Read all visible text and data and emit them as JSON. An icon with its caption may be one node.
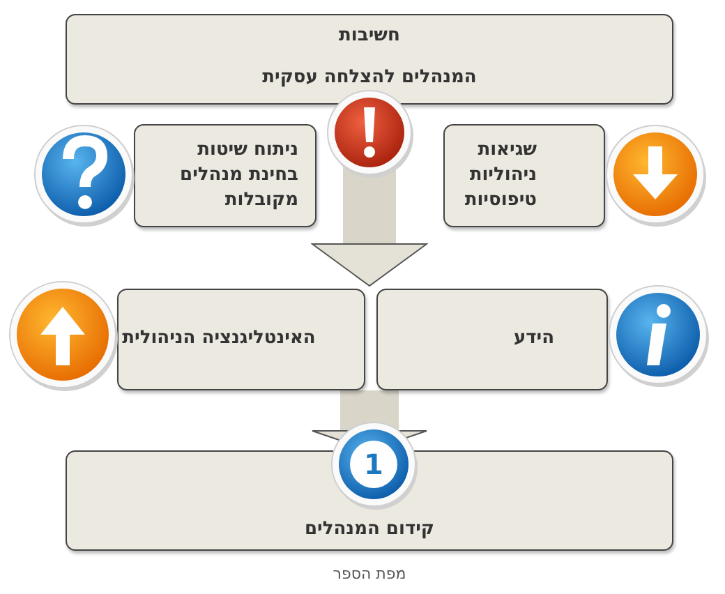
{
  "diagram": {
    "caption": "מפת הספר",
    "nodes": [
      {
        "text": [
          "חשיבות",
          "המנהלים להצלחה עסקית"
        ]
      },
      {
        "text": [
          "ניתוח שיטות בחינת מנהלים מקובלות"
        ]
      },
      {
        "text": [
          "שגיאות ניהוליות טיפוסיות"
        ]
      },
      {
        "text": [
          "האינטליגנציה הניהולית"
        ]
      },
      {
        "text": [
          "הידע"
        ]
      },
      {
        "text": [
          "קידום המנהלים"
        ]
      }
    ],
    "edges": [
      {
        "from": 0,
        "to": 3,
        "arrow": "to"
      },
      {
        "from": 0,
        "to": 4,
        "arrow": "to"
      },
      {
        "from": 3,
        "to": 5,
        "arrow": "to"
      },
      {
        "from": 4,
        "to": 5,
        "arrow": "to"
      }
    ],
    "labels": [
      "1"
    ]
  }
}
